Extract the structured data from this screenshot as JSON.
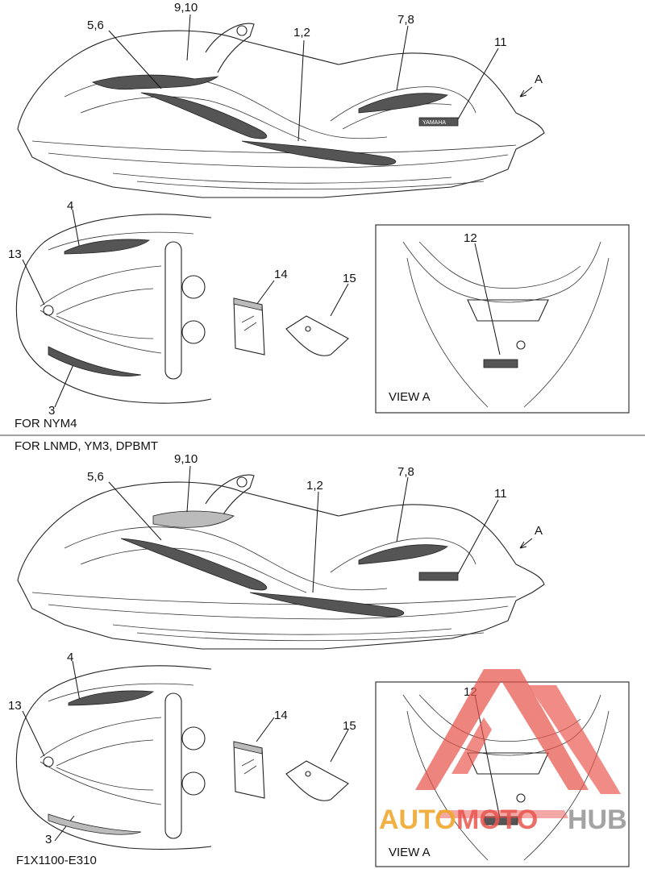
{
  "top_section": {
    "labels": {
      "l_9_10": "9,10",
      "l_5_6": "5,6",
      "l_1_2": "1,2",
      "l_7_8": "7,8",
      "l_11": "11",
      "l_A": "A",
      "l_4": "4",
      "l_13": "13",
      "l_3": "3",
      "l_14": "14",
      "l_15": "15",
      "l_12": "12"
    },
    "view_caption": "VIEW A",
    "variant_caption": "FOR NYM4"
  },
  "bottom_section": {
    "heading": "FOR LNMD, YM3, DPBMT",
    "labels": {
      "l_9_10": "9,10",
      "l_5_6": "5,6",
      "l_1_2": "1,2",
      "l_7_8": "7,8",
      "l_11": "11",
      "l_A": "A",
      "l_4": "4",
      "l_13": "13",
      "l_3": "3",
      "l_14": "14",
      "l_15": "15",
      "l_12": "12"
    },
    "view_caption": "VIEW A",
    "figure_code": "F1X1100-E310"
  },
  "watermark": {
    "part1": "AUTO",
    "part2": "MOTO",
    "part3": "HUB",
    "color_red": "#e8554e",
    "color_orange": "#f0a830",
    "color_grey": "#9a9a9a"
  },
  "badge_text": "YAMAHA"
}
